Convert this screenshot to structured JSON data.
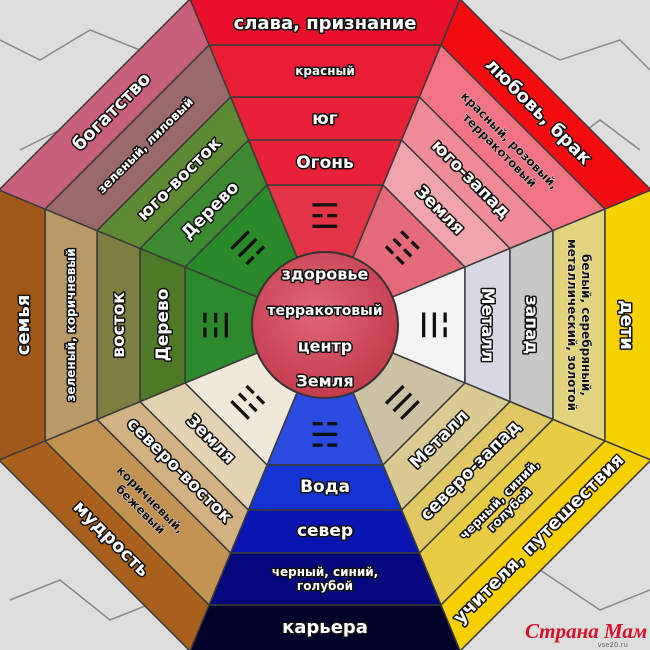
{
  "center": {
    "lines": [
      "здоровье",
      "терракотовый",
      "центр",
      "Земля"
    ],
    "color": "#d44556"
  },
  "sectors": [
    {
      "id": "south",
      "trigram": "☲",
      "element": "Огонь",
      "direction": "юг",
      "colors": "красный",
      "aspiration": "слава, признание",
      "fills": [
        "#e23446",
        "#e8203a",
        "#e8203a",
        "#ea1c36",
        "#e8102a"
      ],
      "darkColorText": false
    },
    {
      "id": "southwest",
      "trigram": "☷",
      "element": "Земля",
      "direction": "юго-запад",
      "colors": "красный, розовый,\nтерракотовый",
      "aspiration": "любовь, брак",
      "fills": [
        "#e46a78",
        "#f0a4ac",
        "#f08c98",
        "#f27484",
        "#f20c10"
      ],
      "darkColorText": true
    },
    {
      "id": "west",
      "trigram": "☱",
      "element": "Металл",
      "direction": "запад",
      "colors": "белый, серебряный,\nметаллический, золотой",
      "aspiration": "дети",
      "fills": [
        "#f4f4f4",
        "#d8d8e4",
        "#c8c8c8",
        "#e2d47e",
        "#f6d200"
      ],
      "darkColorText": true
    },
    {
      "id": "northwest",
      "trigram": "☰",
      "element": "Металл",
      "direction": "северо-запад",
      "colors": "черный, синий,\nголубой",
      "aspiration": "учителя, путешествия",
      "fills": [
        "#cac2a2",
        "#d8ca92",
        "#e2c862",
        "#e8cc44",
        "#f6d000"
      ],
      "darkColorText": false
    },
    {
      "id": "north",
      "trigram": "☵",
      "element": "Вода",
      "direction": "север",
      "colors": "черный, синий,\nголубой",
      "aspiration": "карьера",
      "fills": [
        "#2a4ae0",
        "#1434d2",
        "#0a14b0",
        "#04087c",
        "#00002a"
      ],
      "darkColorText": false
    },
    {
      "id": "northeast",
      "trigram": "☶",
      "element": "Земля",
      "direction": "северо-восток",
      "colors": "коричневый,\nбежевый",
      "aspiration": "мудрость",
      "fills": [
        "#f0e8d8",
        "#e2d2b2",
        "#d2b282",
        "#c29252",
        "#a8601a"
      ],
      "darkColorText": true
    },
    {
      "id": "east",
      "trigram": "☳",
      "element": "Дерево",
      "direction": "восток",
      "colors": "зеленый, коричневый",
      "aspiration": "семья",
      "fills": [
        "#2c8a2c",
        "#4e7a28",
        "#7e7e40",
        "#b89a68",
        "#a0581a"
      ],
      "darkColorText": false
    },
    {
      "id": "southeast",
      "trigram": "☴",
      "element": "Дерево",
      "direction": "юго-восток",
      "colors": "зеленый, лиловый",
      "aspiration": "богатство",
      "fills": [
        "#2a8a2a",
        "#3c8a30",
        "#5e8a34",
        "#9a6a6a",
        "#c8607a"
      ],
      "darkColorText": false
    }
  ],
  "watermark": "Страна Мам",
  "watermark_sub": "vse20.ru"
}
